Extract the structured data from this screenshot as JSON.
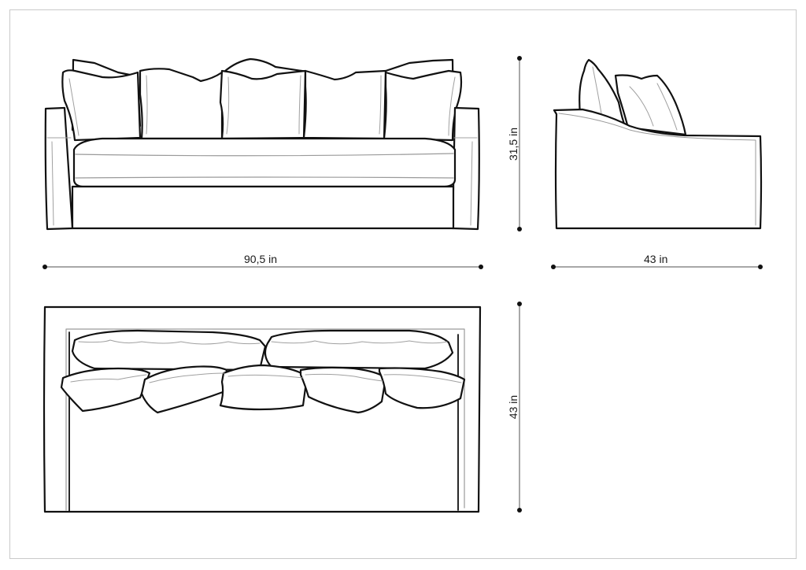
{
  "diagram": {
    "type": "furniture-dimension-drawing",
    "subject": "sofa",
    "views": [
      {
        "id": "front",
        "name": "Front view"
      },
      {
        "id": "side",
        "name": "Side view"
      },
      {
        "id": "top",
        "name": "Top view"
      }
    ]
  },
  "dimensions": {
    "front_width": {
      "label": "90,5 in",
      "value": 90.5,
      "unit": "in",
      "orientation": "horizontal"
    },
    "front_height": {
      "label": "31,5 in",
      "value": 31.5,
      "unit": "in",
      "orientation": "vertical"
    },
    "side_depth": {
      "label": "43 in",
      "value": 43,
      "unit": "in",
      "orientation": "horizontal"
    },
    "top_depth": {
      "label": "43 in",
      "value": 43,
      "unit": "in",
      "orientation": "vertical"
    }
  },
  "colors": {
    "outline": "#111111",
    "inner_line": "#9a9a9a",
    "dimension_line": "#8c8c8c",
    "frame_border": "#c9c9c9",
    "background": "#ffffff"
  },
  "counts": {
    "front_back_cushions": 5,
    "top_back_cushions": 2,
    "top_throw_pillows": 5
  }
}
